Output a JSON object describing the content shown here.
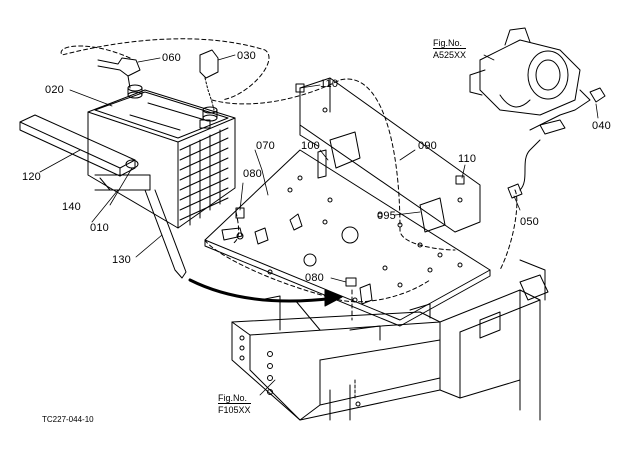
{
  "callouts": {
    "c010": "010",
    "c020": "020",
    "c030": "030",
    "c040": "040",
    "c050": "050",
    "c060": "060",
    "c070": "070",
    "c080a": "080",
    "c080b": "080",
    "c090": "090",
    "c095": "095",
    "c100": "100",
    "c110a": "110",
    "c110b": "110",
    "c120": "120",
    "c130": "130",
    "c140": "140"
  },
  "references": {
    "starter": {
      "title": "Fig.No.",
      "number": "A525XX"
    },
    "frame": {
      "title": "Fig.No.",
      "number": "F105XX"
    }
  },
  "drawing_code": "TC227-044-10"
}
